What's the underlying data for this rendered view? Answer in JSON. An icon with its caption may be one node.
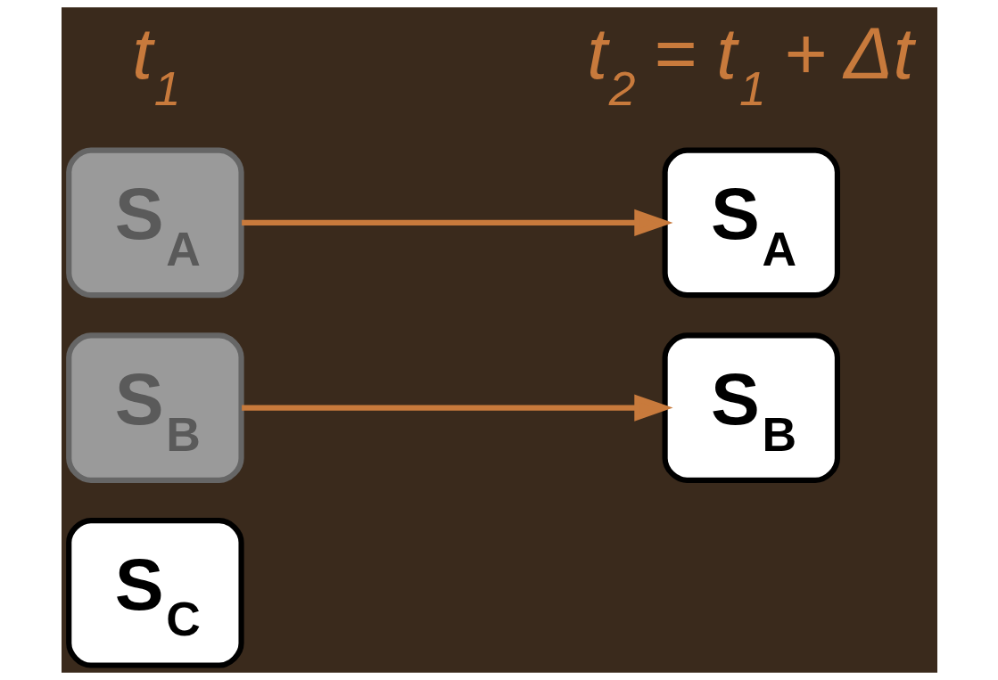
{
  "diagram": {
    "nodes": [
      {
        "text": [
          "S$_{A}$"
        ]
      },
      {
        "text": [
          "S$_{B}$"
        ]
      },
      {
        "text": [
          "S$_{C}$"
        ]
      },
      {
        "text": [
          "S$_{A}$"
        ]
      },
      {
        "text": [
          "S$_{B}$"
        ]
      }
    ],
    "edges": [
      {
        "from": 0,
        "to": 3,
        "arrow": "to"
      },
      {
        "from": 1,
        "to": 4,
        "arrow": "to"
      }
    ],
    "labels": [
      "t$_{1}$",
      "t$_{2}$ = t$_{1}$ + Δt"
    ]
  }
}
